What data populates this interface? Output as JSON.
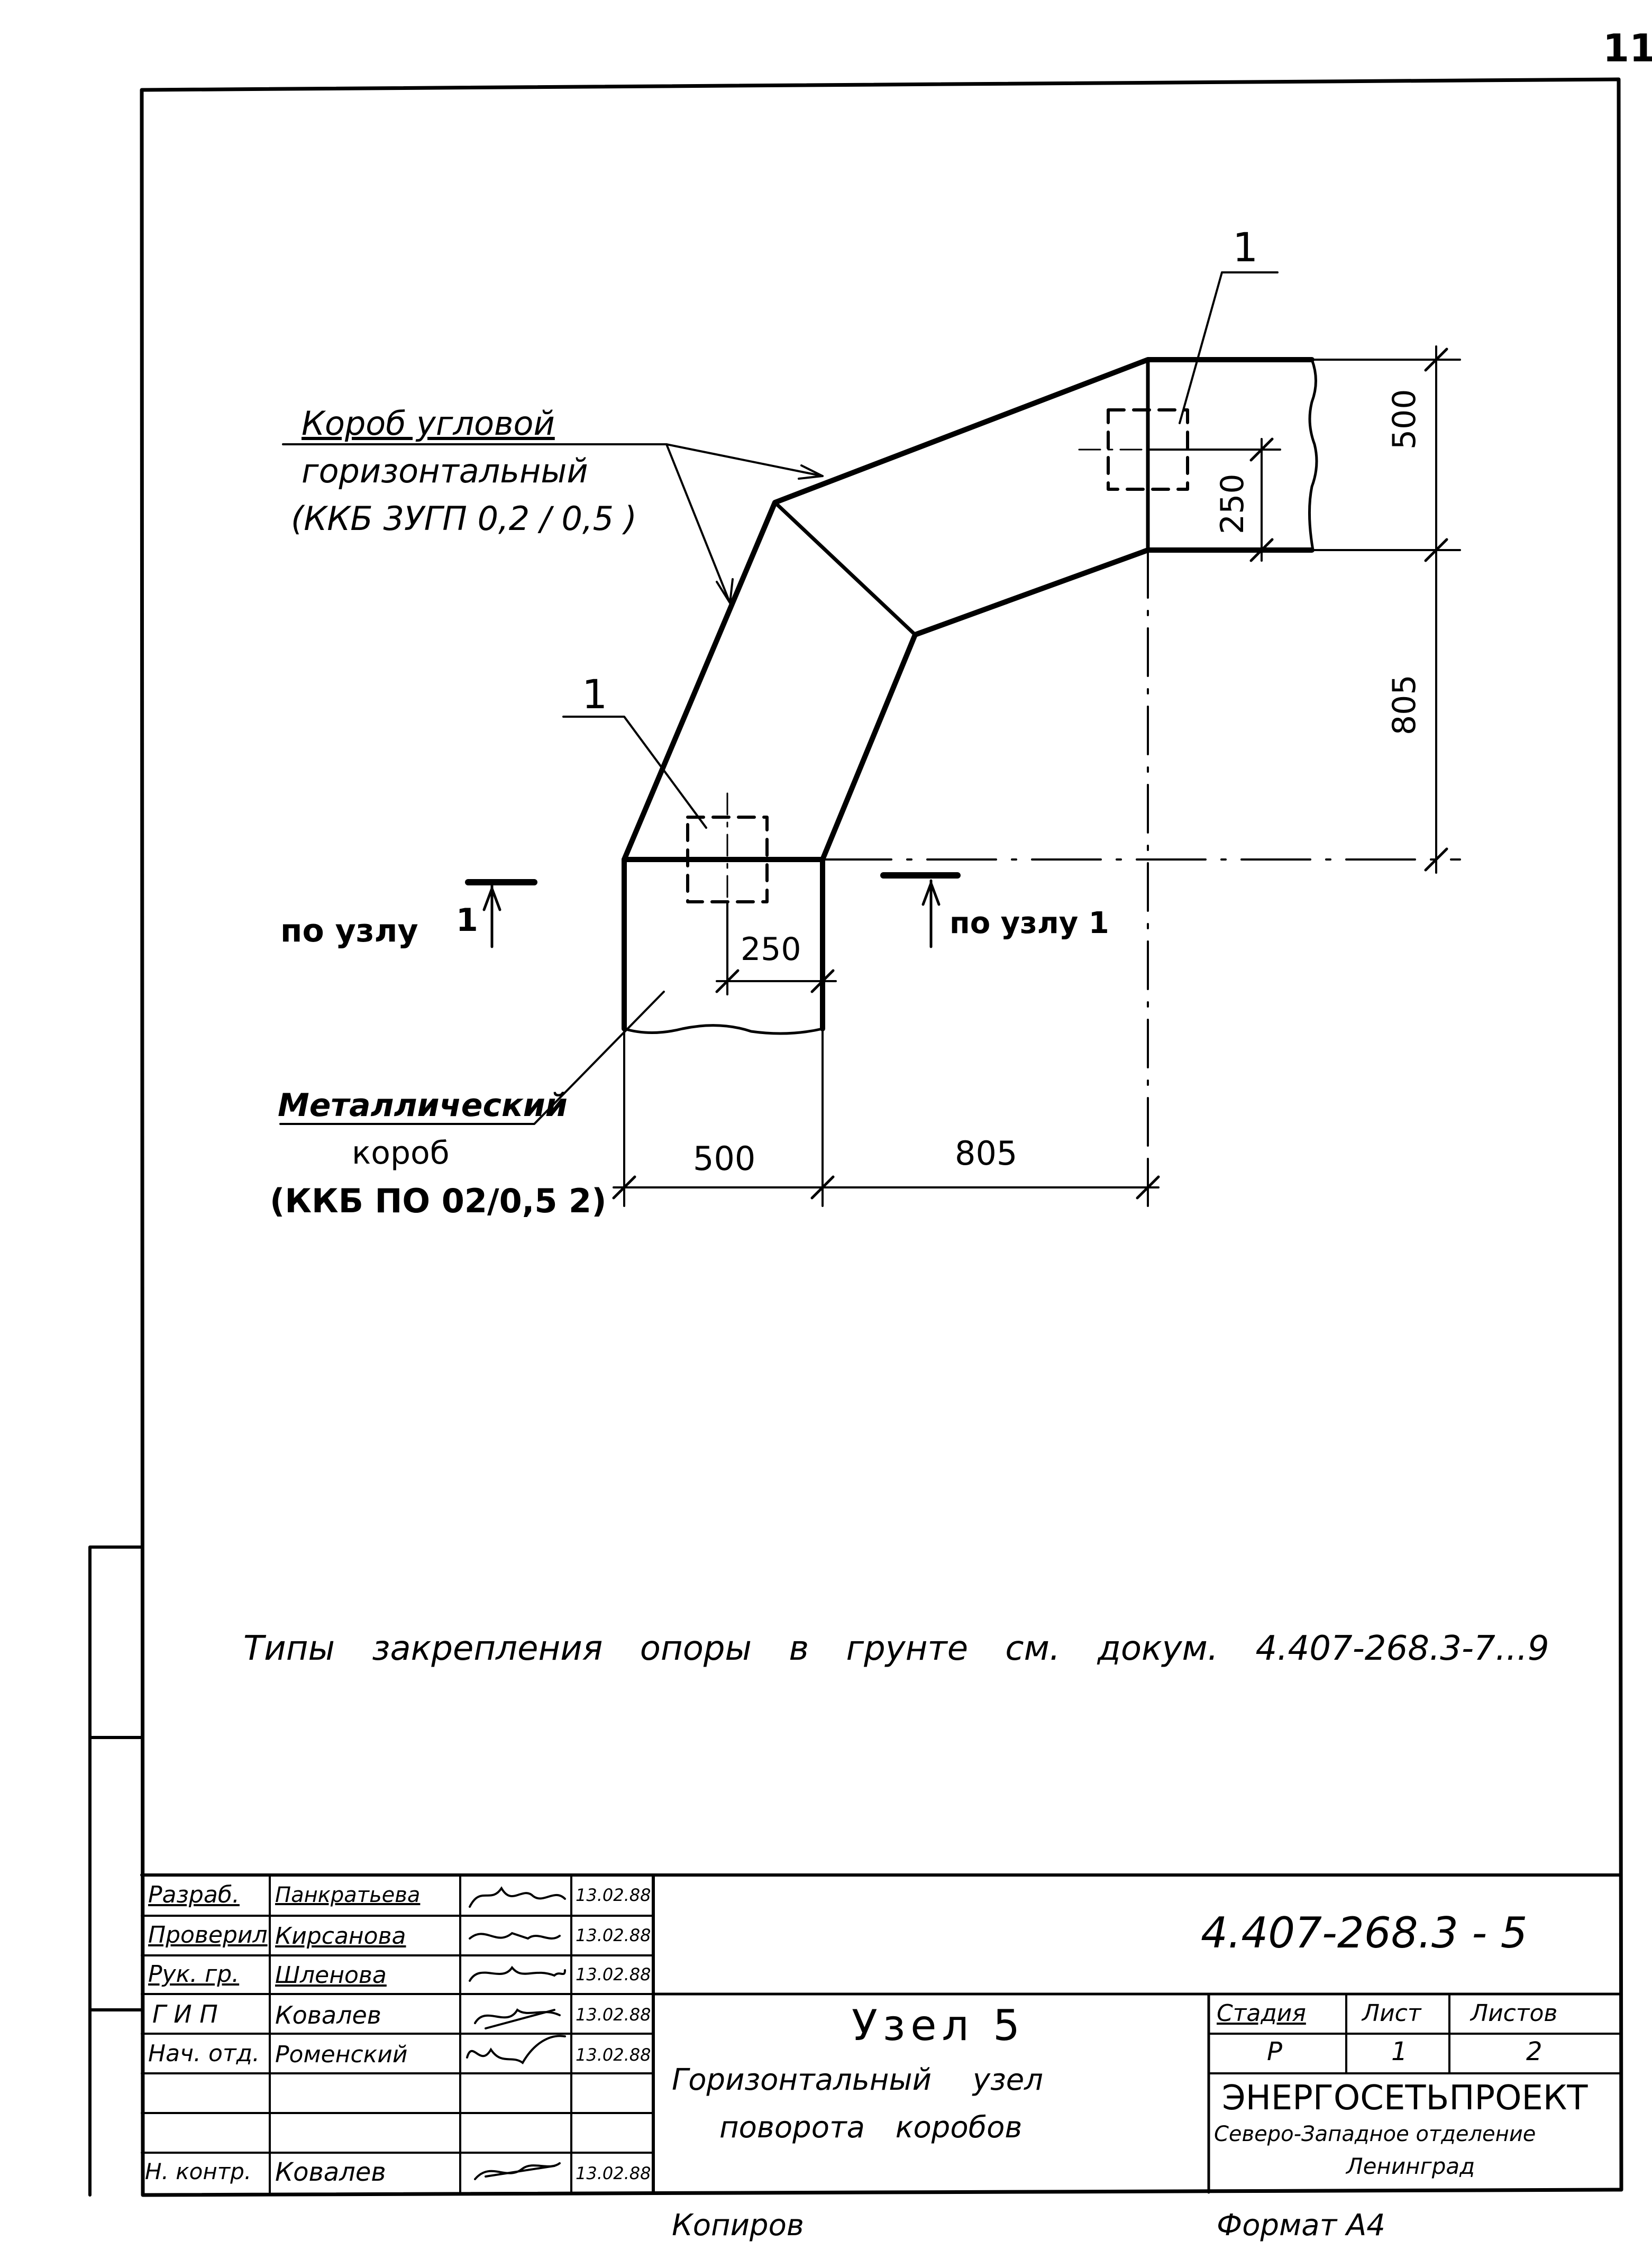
{
  "sheet": {
    "page_number": "11",
    "footer_copier": "Копиров",
    "footer_format": "Формат А4"
  },
  "drawing": {
    "callout_corner_box": "Короб угловой\nгоризонтальный\n(ККБ 3УГП 0,2 / 0,5 )",
    "callout_corner_box_line1": "Короб угловой",
    "callout_corner_box_line2": "горизонтальный",
    "callout_corner_box_line3": "(ККБ 3УГП 0,2 / 0,5 )",
    "callout_metal_line1": "Металлический",
    "callout_metal_line2": "короб",
    "callout_metal_line3": "(ККБ ПО 02/0,5 2)",
    "position_top": "1",
    "position_left": "1",
    "section_left_label": "по узлу",
    "section_left_number": "1",
    "section_right_label": "по узлу 1",
    "dim_500_right": "500",
    "dim_250_right": "250",
    "dim_805_right": "805",
    "dim_250_bottom": "250",
    "dim_500_bottom": "500",
    "dim_805_bottom": "805",
    "note": "Типы закрепления опоры в грунте см. докум. 4.407-268.3-7...9"
  },
  "title_block": {
    "doc_code": "4.407-268.3 - 5",
    "title": "Узел 5",
    "subtitle_line1": "Горизонтальный узел",
    "subtitle_line2": "поворота коробов",
    "stage_header": "Стадия",
    "sheet_header": "Лист",
    "sheets_header": "Листов",
    "stage_value": "Р",
    "sheet_value": "1",
    "sheets_value": "2",
    "org_name": "ЭНЕРГОСЕТЬПРОЕКТ",
    "org_branch": "Северо-Западное отделение",
    "org_city": "Ленинград",
    "rows": [
      {
        "role": "Разраб.",
        "name": "Панкратьева",
        "date": "13.02.88"
      },
      {
        "role": "Проверил",
        "name": "Кирсанова",
        "date": "13.02.88"
      },
      {
        "role": "Рук. гр.",
        "name": "Шленова",
        "date": "13.02.88"
      },
      {
        "role": "Г И П",
        "name": "Ковалев",
        "date": "13.02.88"
      },
      {
        "role": "Нач. отд.",
        "name": "Роменский",
        "date": "13.02.88"
      },
      {
        "role": "",
        "name": "",
        "date": ""
      },
      {
        "role": "",
        "name": "",
        "date": ""
      },
      {
        "role": "Н. контр.",
        "name": "Ковалев",
        "date": "13.02.88"
      }
    ]
  }
}
